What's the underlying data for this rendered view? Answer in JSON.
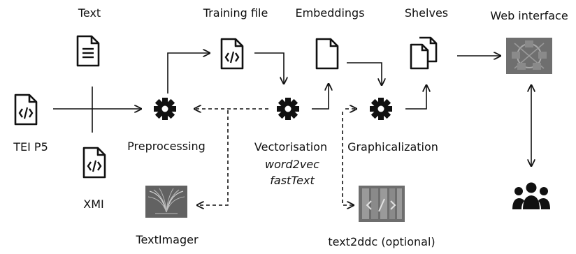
{
  "labels": {
    "text": "Text",
    "training_file": "Training file",
    "embeddings": "Embeddings",
    "shelves": "Shelves",
    "web_interface": "Web interface",
    "tei_p5": "TEI P5",
    "xmi": "XMI",
    "preprocessing": "Preprocessing",
    "vectorisation": "Vectorisation",
    "word2vec": "word2vec",
    "fasttext": "fastText",
    "graphicalization": "Graphicalization",
    "textimager": "TextImager",
    "text2ddc": "text2ddc (optional)"
  },
  "icons": {
    "text": "text-document-icon",
    "training_file": "code-file-icon",
    "embeddings": "blank-file-icon",
    "shelves": "copy-files-icon",
    "web_interface": "web-interface-image",
    "tei_p5": "code-file-icon",
    "xmi": "code-file-icon",
    "preprocessing": "gear-icon",
    "vectorisation": "gear-icon",
    "graphicalization": "gear-icon",
    "textimager": "textimager-image",
    "text2ddc": "text2ddc-image",
    "users": "users-group-icon"
  },
  "colors": {
    "ink": "#111111",
    "gray_tile": "#6f6f6f",
    "gray_tile_dark": "#4e4e4e"
  }
}
